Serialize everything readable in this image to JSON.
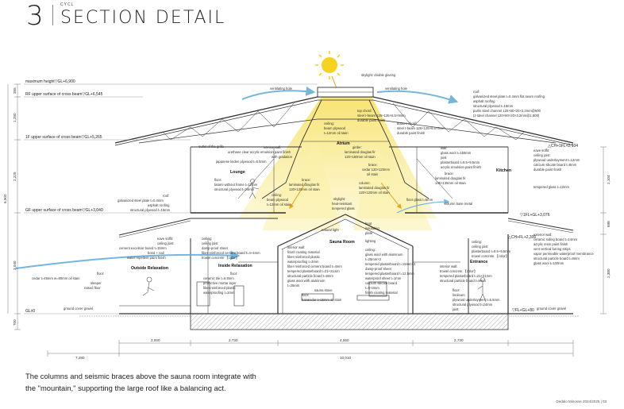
{
  "header": {
    "number": "3",
    "tag": "CYCL",
    "title": "SECTION DETAIL"
  },
  "levels": [
    "maximum height▽GL+6,900",
    "RF upper surface of cross beam▽GL+6,545",
    "1F upper surface of cross beam▽GL+5,265",
    "GF upper surface of cross beam▽GL+3,040",
    "GL±0"
  ],
  "right_levels": [
    "△CH+1FL+2,104",
    "▽1FL+GL+3,076",
    "△CH+FL+2,300",
    "▽FL+GL+80"
  ],
  "rooms": {
    "atrium": "Atrium",
    "lounge": "Lounge",
    "kitchen": "Kitchen",
    "sauna": "Sauna Room",
    "inside": "Inside Relaxation",
    "outside": "Outside Relaxation",
    "entrance": "Entrance"
  },
  "notes": {
    "skylight": "skylight: double glazing",
    "vent_hole_left": "ventilating hole",
    "vent_hole_right": "ventilating hole",
    "roof": "roof:",
    "roof_spec": "galvanized steel plate t=0.4mm flat seam roofing",
    "roof_spec2": "asphalt roofing",
    "roof_spec3": "structural plywood t=15mm",
    "roof_spec4": "purlin steel channel 120×60×20×3.2mm@600",
    "roof_spec5": "(2 steel channel 120×60×20×3.2mm@1,800)",
    "top_chord": "top chord:",
    "top_chord2": "steel I-beam 125×125×6.5×9mm",
    "top_chord3": "durable paint finish",
    "bottom_chord": "bottom chord:",
    "bottom_chord2": "steel I-beam 125×125×6.5×9mm",
    "bottom_chord3": "durable paint finish",
    "ceiling_atrium": "ceiling:",
    "ceiling_atrium2": "beam plywood",
    "ceiling_atrium3": "t=12mm oil stain",
    "outlet": "outlet of the grille",
    "interior_wall": "interior wall:",
    "interior_wall2": "urethane clear acrylic emulsion paint finish",
    "interior_wall3": "with gradation",
    "interior_wall4": "japanese linden plywood t=5.5mm",
    "girder": "girder:",
    "girder2": "laminated douglas fir",
    "girder3": "120×150mm oil stain",
    "brace1": "brace:",
    "brace1_2": "cedar 120×120mm",
    "brace1_3": "oil stain",
    "wall_right": "wall:",
    "wall_right2": "glass wool t=155mm",
    "wall_right3": "joist",
    "wall_right4": "plasterboard t=9.5+9.5mm",
    "wall_right5": "acrylic emulsion paint finish",
    "brace_right": "brace:",
    "brace_right2": "laminated douglas fir",
    "brace_right3": "135×135mm oil stain",
    "eave_soffit": "eave soffit:",
    "eave_soffit2": "ceiling joist",
    "eave_soffit3": "plywood underlayment t=12mm",
    "eave_soffit4": "calcium silicate board t=8mm",
    "eave_soffit5": "durable paint finish",
    "tempered_glass": "tempered glass t=12mm",
    "lounge_floor": "floor:",
    "lounge_floor2": "tatami without frame t=12mm",
    "lounge_floor3": "structural plywood t=24mm",
    "brace_lounge": "brace:",
    "brace_lounge2": "laminated douglas fir",
    "brace_lounge3": "120×120mm oil stain",
    "column": "column:",
    "column2": "laminated douglas fir",
    "column3": "120×120mm oil stain",
    "ceiling_lounge": "ceiling:",
    "ceiling_lounge2": "beam plywood",
    "ceiling_lounge3": "t=12mm oil stain",
    "skylight2": "skylight:",
    "skylight2_2": "heat-resistant",
    "skylight2_3": "tempered glass",
    "floor_glass": "floor glass t=5mm",
    "column_base": "column base metal",
    "roof_left": "roof:",
    "roof_left2": "galvanized steel plate t=0.4mm",
    "roof_left3": "asphalt roofing",
    "roof_left4": "structural plywood t=15mm",
    "heat_insulating": "heat",
    "heat_insulating2": "insulating",
    "heat_insulating3": "plate",
    "natural_light": "natural light",
    "lighting": "lighting",
    "eave_left": "eave soffit:",
    "eave_left2": "ceiling joist",
    "eave_left3": "cement excelsior board t=15mm",
    "eave_left4": "bond + nail",
    "eave_left5": "water repellent paint finish",
    "ceiling_inside": "ceiling:",
    "ceiling_inside2": "ceiling joist",
    "ceiling_inside3": "damp-proof sheet",
    "ceiling_inside4": "fiber reinforced cement board t=4+4mm",
    "ceiling_inside5": "trowel concrete 【color】",
    "sauna_left": "interior wall:",
    "sauna_left2": "finish coating material",
    "sauna_left3": "fiber reinforced plastic",
    "sauna_left4": "waterproofing t=3mm",
    "sauna_left5": "fiber reinforced cement board t=4mm",
    "sauna_left6": "tempered plasterboard t=21+21mm",
    "sauna_left7": "structural particle board t=9mm",
    "sauna_left8": "glass wool with aluminum",
    "sauna_left9": "t=25mm",
    "sauna_ceiling": "ceiling:",
    "sauna_ceiling2": "glass wool with aluminum",
    "sauna_ceiling3": "t=25mm×2",
    "sauna_ceiling4": "tempered plasterboard t=15mm×2",
    "sauna_ceiling5": "damp-proof sheet",
    "sauna_ceiling6": "tempered plasterboard t=12.5mm",
    "sauna_ceiling7": "waterproof sheet t=1mm",
    "sauna_ceiling8": "calcium silicate board",
    "sauna_ceiling9": "t=5+3mm",
    "sauna_ceiling10": "finish coating material",
    "sauna_stove": "sauna stove",
    "sauna_floor": "floor:",
    "sauna_floor2": "cedar t=15mm oil stain",
    "sauna_floor3": "base",
    "entrance_ceiling": "ceiling:",
    "entrance_ceiling2": "ceiling joist",
    "entrance_ceiling3": "plasterboard t=9.5+9.5mm",
    "entrance_ceiling4": "trowel concrete 【color】",
    "exterior_wall": "exterior wall:",
    "exterior_wall2": "ceramic siding board t=14mm",
    "exterior_wall3": "acrylic resin paint finish",
    "exterior_wall4": "vent vertical furring strips",
    "exterior_wall5": "vapor permeable waterproof membrance",
    "exterior_wall6": "structural particle board t=9mm",
    "exterior_wall7": "glass wool t=100mm",
    "entrance_wall": "interior wall:",
    "entrance_wall2": "trowel concrete 【color】",
    "entrance_wall3": "tempered plasterboard t=21+21mm",
    "entrance_wall4": "structural particle board t=9mm",
    "entrance_floor": "floor:",
    "entrance_floor2": "linoleum",
    "entrance_floor3": "plywood underlayment t=5.5mm",
    "entrance_floor4": "structural plywood t=24mm",
    "entrance_floor5": "joist",
    "inside_floor": "floor:",
    "inside_floor2": "ceramic tile t=6.8mm",
    "inside_floor3": "protective mortar layer",
    "inside_floor4": "fiber reinforced plastic",
    "inside_floor5": "waterproofing t=3mm",
    "outside_floor": "floor:",
    "outside_floor2": "cedar t=45mm w=90mm oil stain",
    "outside_floor3": "sleeper",
    "outside_floor4": "raised floor",
    "ground_left": "ground cover gravel",
    "ground_right": "ground cover gravel"
  },
  "dims": {
    "left_vertical": [
      "355",
      "1,280",
      "2,225",
      "6,900",
      "3,040",
      "700"
    ],
    "right_vertical": [
      "2,104",
      "698",
      "2,300"
    ],
    "bottom_spans": [
      "2,000",
      "2,730",
      "4,550",
      "2,730"
    ],
    "total": "10,010",
    "left_ext": "7,280"
  },
  "caption_line1": "The columns and seismic braces above the sauna room integrate with",
  "caption_line2": "the \"mountain,\" supporting the large roof like a balancing act.",
  "footer": "Dedalo Minosse 2024/2025  |  03",
  "colors": {
    "sun": "#f7d21e",
    "light": "#fbeea0",
    "air": "#5fa9d9",
    "line": "#333333"
  }
}
